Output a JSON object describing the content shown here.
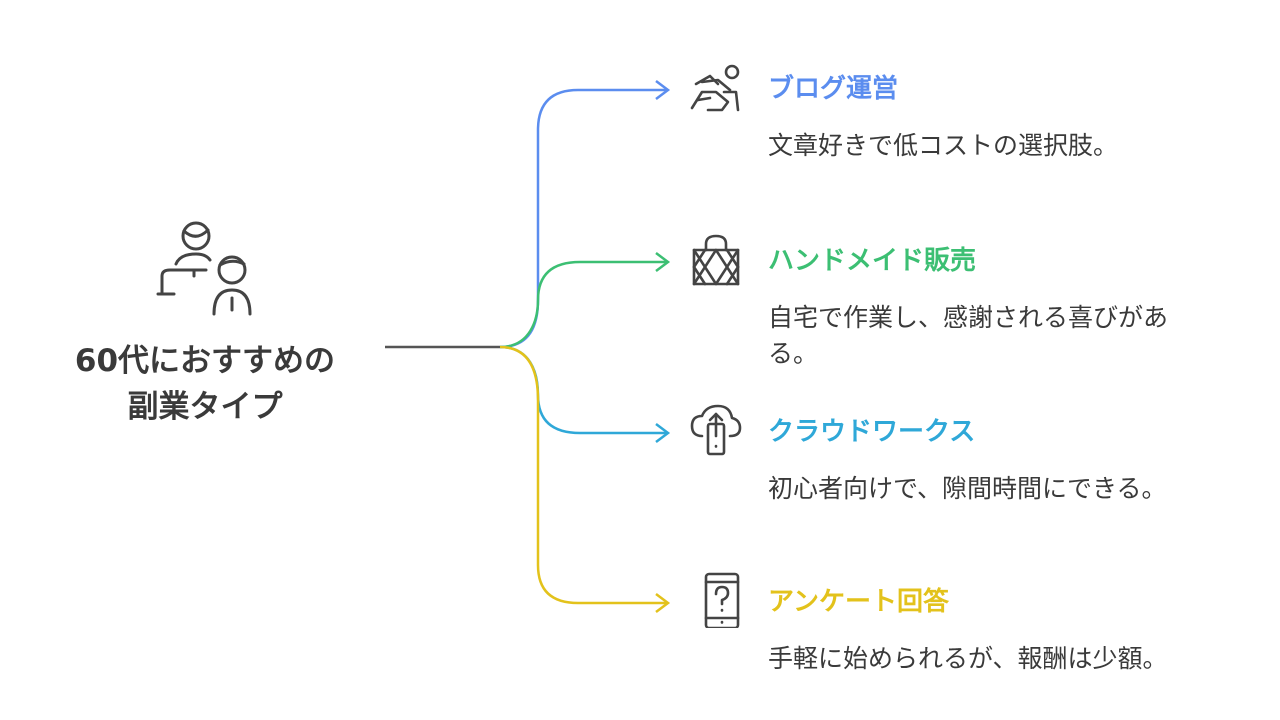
{
  "center": {
    "title_line1": "60代におすすめの",
    "title_line2": "副業タイプ",
    "icon": "teacher-student-icon"
  },
  "branches": [
    {
      "title": "ブログ運営",
      "description": "文章好きで低コストの選択肢。",
      "color": "#5b8def",
      "icon": "writing-person-icon"
    },
    {
      "title": "ハンドメイド販売",
      "description": "自宅で作業し、感謝される喜びがある。",
      "color": "#3cbf73",
      "icon": "handmade-bag-icon"
    },
    {
      "title": "クラウドワークス",
      "description": "初心者向けで、隙間時間にできる。",
      "color": "#2fa8d8",
      "icon": "cloud-upload-phone-icon"
    },
    {
      "title": "アンケート回答",
      "description": "手軽に始められるが、報酬は少額。",
      "color": "#e3c21b",
      "icon": "phone-question-icon"
    }
  ],
  "colors": {
    "text": "#3a3a3a",
    "icon_stroke": "#444444"
  }
}
